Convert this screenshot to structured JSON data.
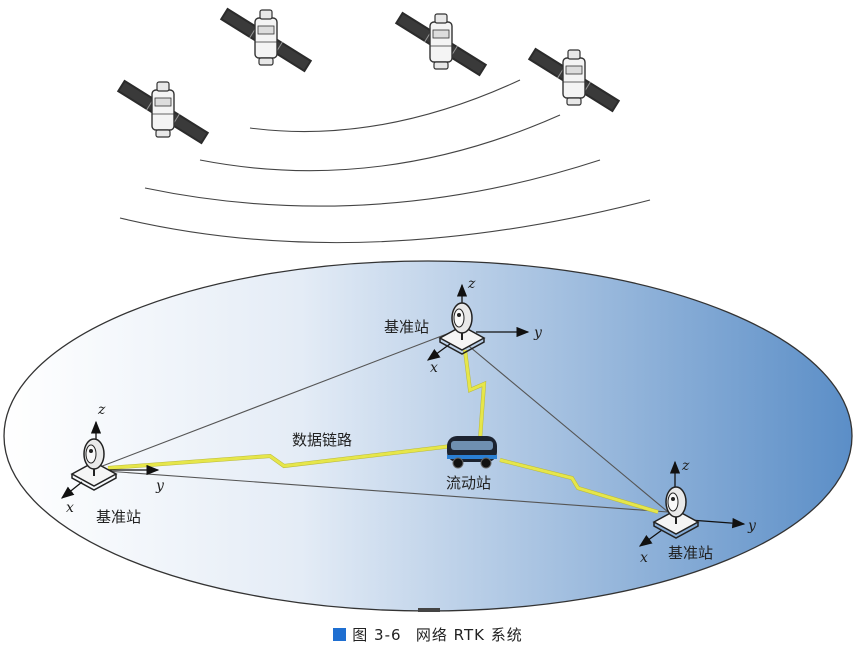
{
  "figure": {
    "caption_number": "图 3-6",
    "caption_title": "网络 RTK 系统"
  },
  "labels": {
    "base_station": "基准站",
    "rover_station": "流动站",
    "data_link": "数据链路"
  },
  "axes": {
    "x": "x",
    "y": "y",
    "z": "z"
  },
  "colors": {
    "ellipse_left": "#ffffff",
    "ellipse_right": "#5b8ec7",
    "link": "#e6e64a",
    "caption_mark": "#1f6fd1"
  }
}
